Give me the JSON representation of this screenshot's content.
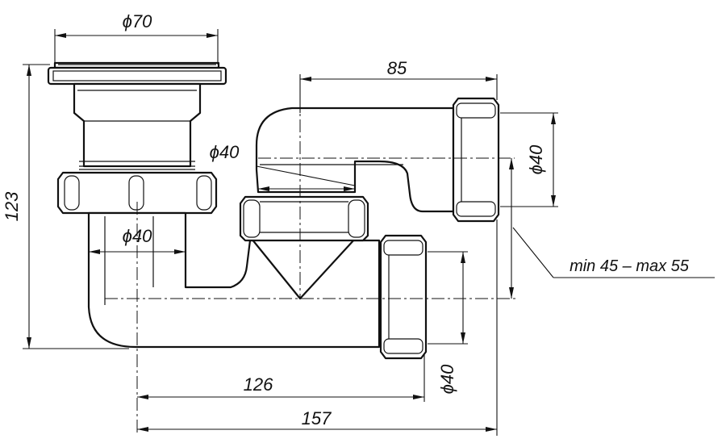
{
  "drawing": {
    "dimensions": {
      "top_flange_diameter": "ϕ70",
      "top_overall_length": "85",
      "overall_height": "123",
      "inlet_diameter_top": "ϕ40",
      "standpipe_diameter": "ϕ40",
      "outlet_upper_diameter": "ϕ40",
      "outlet_lower_diameter": "ϕ40",
      "length_mid": "126",
      "length_total": "157",
      "adjustable_range": "min 45 – max 55"
    }
  }
}
